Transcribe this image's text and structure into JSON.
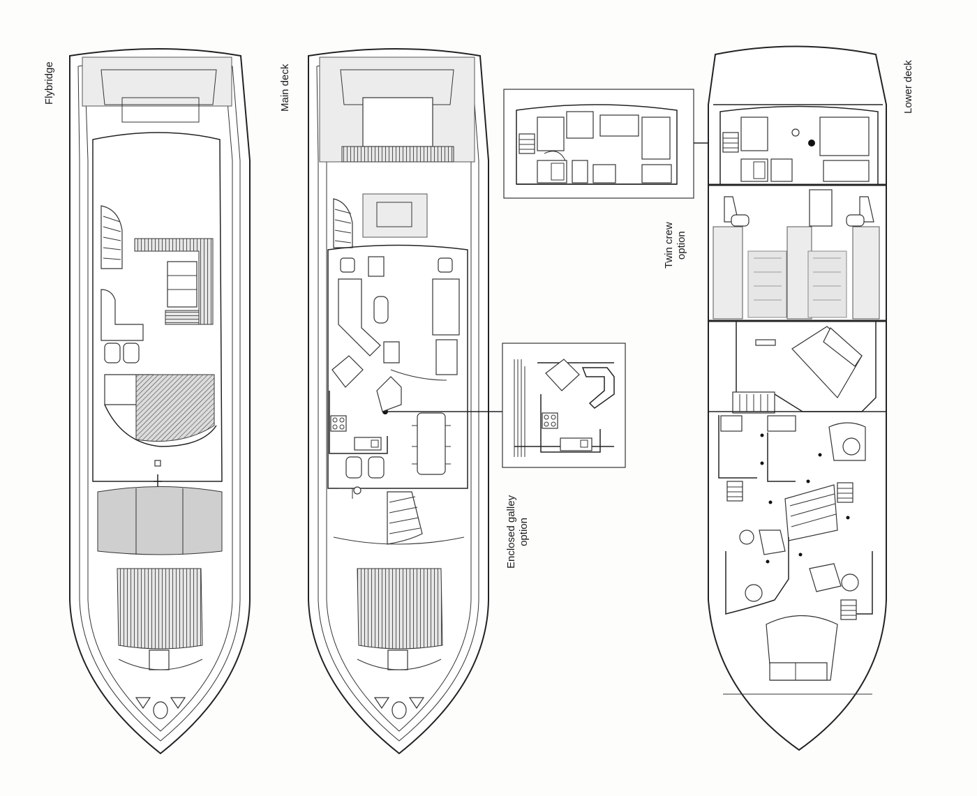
{
  "labels": {
    "flybridge": "Flybridge",
    "main_deck": "Main deck",
    "lower_deck": "Lower deck",
    "twin_crew_line1": "Twin crew",
    "twin_crew_line2": "option",
    "enclosed_galley_line1": "Enclosed galley",
    "enclosed_galley_line2": "option"
  }
}
